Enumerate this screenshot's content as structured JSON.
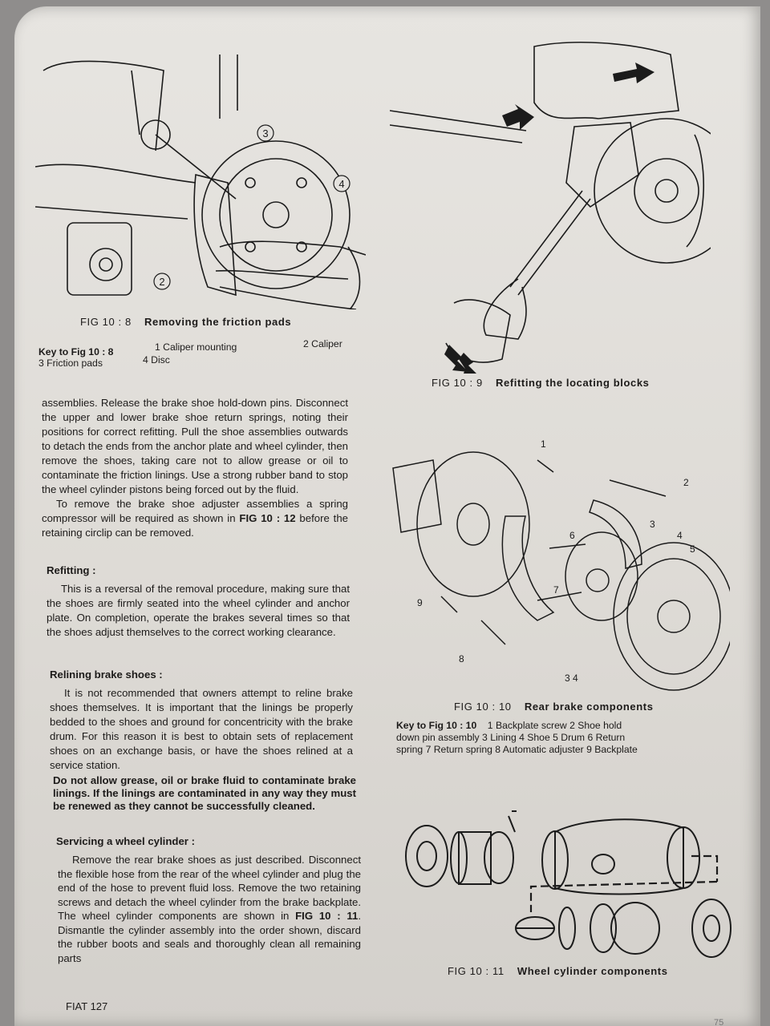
{
  "fig_10_8": {
    "num": "FIG 10 : 8",
    "title": "Removing the friction pads",
    "key_label": "Key to Fig 10 : 8",
    "item1": "1  Caliper mounting",
    "item2": "2  Caliper",
    "item3": "3  Friction pads",
    "item4": "4  Disc",
    "callouts": [
      "2",
      "3",
      "4"
    ]
  },
  "fig_10_9": {
    "num": "FIG 10 : 9",
    "title": "Refitting the locating blocks"
  },
  "fig_10_10": {
    "num": "FIG 10 : 10",
    "title": "Rear brake components",
    "key_label": "Key to Fig 10 : 10",
    "key_line1": "1  Backplate screw        2  Shoe hold",
    "key_line2": "down pin assembly   3  Lining   4  Shoe   5  Drum   6  Return",
    "key_line3": "spring   7  Return spring   8  Automatic adjuster   9  Backplate",
    "callouts": [
      "1",
      "2",
      "3",
      "4",
      "5",
      "6",
      "7",
      "8",
      "9",
      "3 4"
    ]
  },
  "fig_10_11": {
    "num": "FIG 10 : 11",
    "title": "Wheel cylinder components"
  },
  "text": {
    "para1": "assemblies. Release the brake shoe hold-down pins. Disconnect the upper and lower brake shoe return springs, noting their positions for correct refitting. Pull the shoe assemblies outwards to detach the ends from the anchor plate and wheel cylinder, then remove the shoes, taking care not to allow grease or oil to contaminate the friction linings. Use a strong rubber band to stop the wheel cylinder pistons being forced out by the fluid.",
    "para2_a": "To remove the brake shoe adjuster assemblies a spring compressor will be required as shown in ",
    "para2_ref": "FIG 10 : 12",
    "para2_b": " before the retaining circlip can be removed.",
    "h_refitting": "Refitting :",
    "refitting": "This is a reversal of the removal procedure, making sure that the shoes are firmly seated into the wheel cylinder and anchor plate. On completion, operate the brakes several times so that the shoes adjust themselves to the correct working clearance.",
    "h_relining": "Relining brake shoes :",
    "relining": "It is not recommended that owners attempt to reline brake shoes themselves. It is important that the linings be properly bedded to the shoes and ground for concentricity with the brake drum. For this reason it is best to obtain sets of replacement shoes on an exchange basis, or have the shoes relined at a service station.",
    "warning": "Do not allow grease, oil or brake fluid to contaminate brake linings. If the linings are contaminated in any way they must be renewed as they cannot be successfully cleaned.",
    "h_servicing": "Servicing a wheel cylinder :",
    "servicing_a": "Remove the rear brake shoes as just described. Disconnect the flexible hose from the rear of the wheel cylinder and plug the end of the hose to prevent fluid loss. Remove the two retaining screws and detach the wheel cylinder from the brake backplate. The wheel cylinder components are shown in ",
    "servicing_ref": "FIG 10 : 11",
    "servicing_b": ". Dismantle the cylinder assembly into the order shown, discard the rubber boots and seals and thoroughly clean all remaining parts"
  },
  "footer": "FIAT 127",
  "page_number": "75"
}
